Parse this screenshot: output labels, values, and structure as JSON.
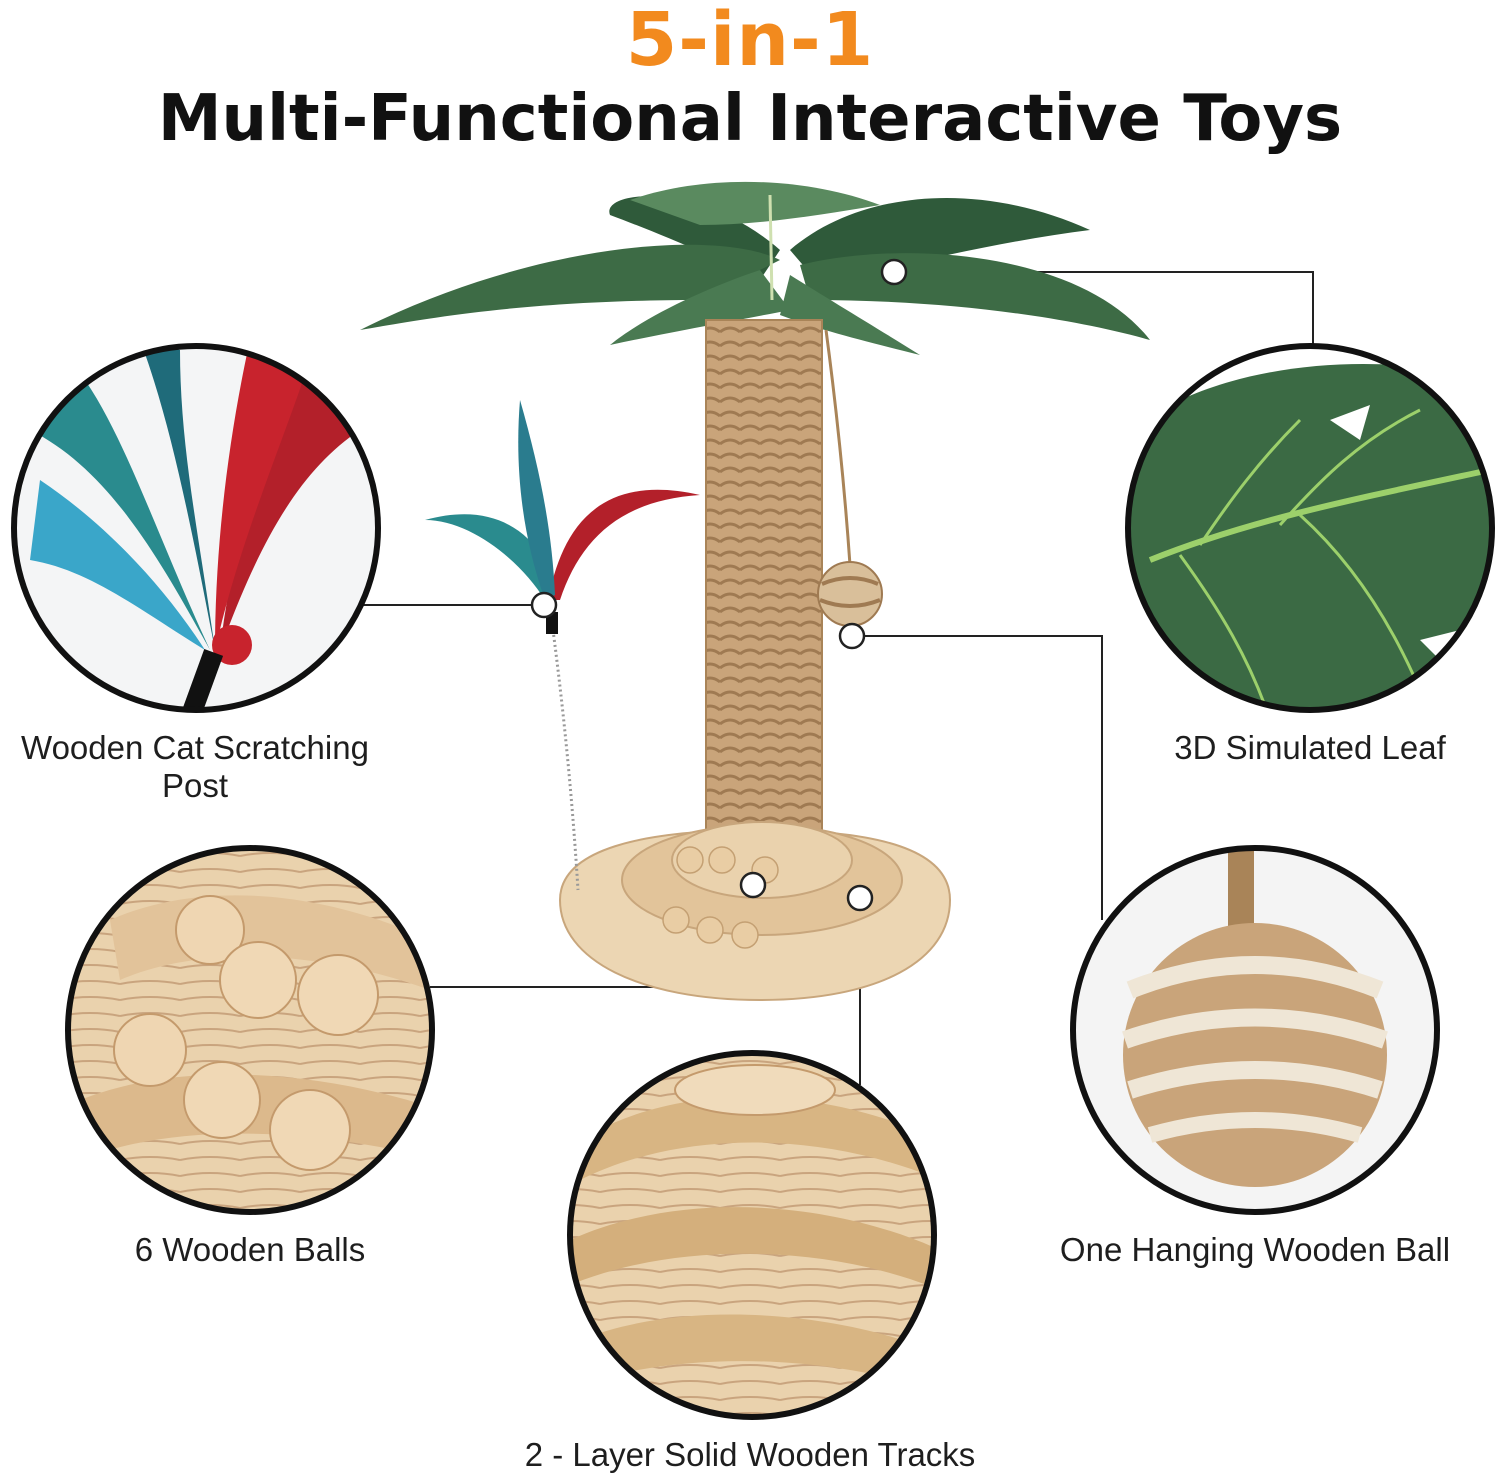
{
  "headline": {
    "number": "5-in-1",
    "subtitle": "Multi-Functional Interactive Toys",
    "accent_color": "#f28a1e"
  },
  "features": [
    {
      "id": "scratching-post",
      "label_line1": "Wooden Cat Scratching",
      "label_line2": "Post",
      "icon": "feather-wand-closeup"
    },
    {
      "id": "simulated-leaf",
      "label": "3D  Simulated Leaf",
      "icon": "leaf-closeup"
    },
    {
      "id": "wooden-balls",
      "label": "6 Wooden Balls",
      "icon": "wooden-balls-closeup"
    },
    {
      "id": "hanging-ball",
      "label": "One Hanging Wooden Ball",
      "icon": "sisal-ball-closeup"
    },
    {
      "id": "wooden-tracks",
      "label": "2 - Layer Solid Wooden Tracks",
      "icon": "wooden-tracks-closeup"
    }
  ],
  "colors": {
    "leaf": "#3d6b45",
    "sisal": "#c9a47a",
    "wood": "#e8cfa8",
    "line": "#222222"
  }
}
